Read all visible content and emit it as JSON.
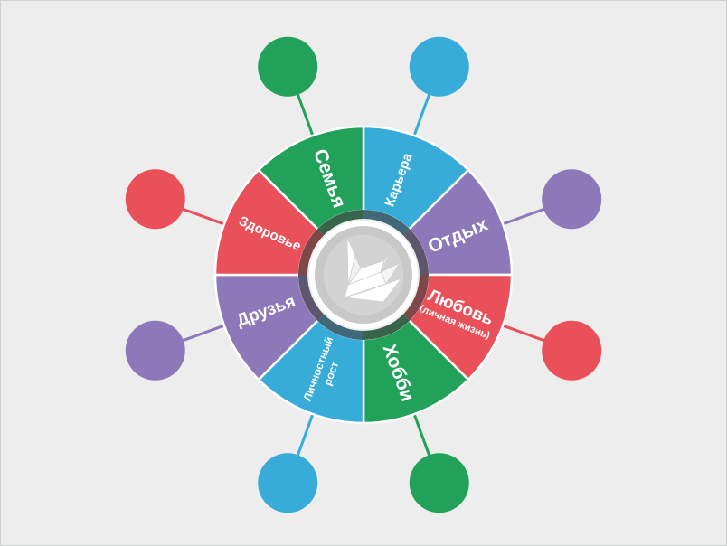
{
  "diagram": {
    "colors": {
      "background": "#ecedec",
      "green": "#22a15a",
      "blue": "#38acd9",
      "purple": "#8d79b9",
      "red": "#ea5059",
      "ring_dark": "#444444",
      "center_fill": "#ffffff",
      "center_outline": "#c8c8c8",
      "emblem_fill": "#d3d3d3"
    },
    "center_icon": "origami-crane-icon",
    "segments": [
      {
        "id": "career",
        "lines": [
          "Карьера"
        ],
        "color": "blue"
      },
      {
        "id": "rest",
        "lines": [
          "Отдых"
        ],
        "color": "purple"
      },
      {
        "id": "love",
        "lines": [
          "Любовь",
          "(личная жизнь)"
        ],
        "color": "red"
      },
      {
        "id": "hobby",
        "lines": [
          "Хобби"
        ],
        "color": "green"
      },
      {
        "id": "growth",
        "lines": [
          "Личностный",
          "рост"
        ],
        "color": "blue"
      },
      {
        "id": "friends",
        "lines": [
          "Друзья"
        ],
        "color": "purple"
      },
      {
        "id": "health",
        "lines": [
          "Здоровье"
        ],
        "color": "red"
      },
      {
        "id": "family",
        "lines": [
          "Семья"
        ],
        "color": "green"
      }
    ]
  }
}
